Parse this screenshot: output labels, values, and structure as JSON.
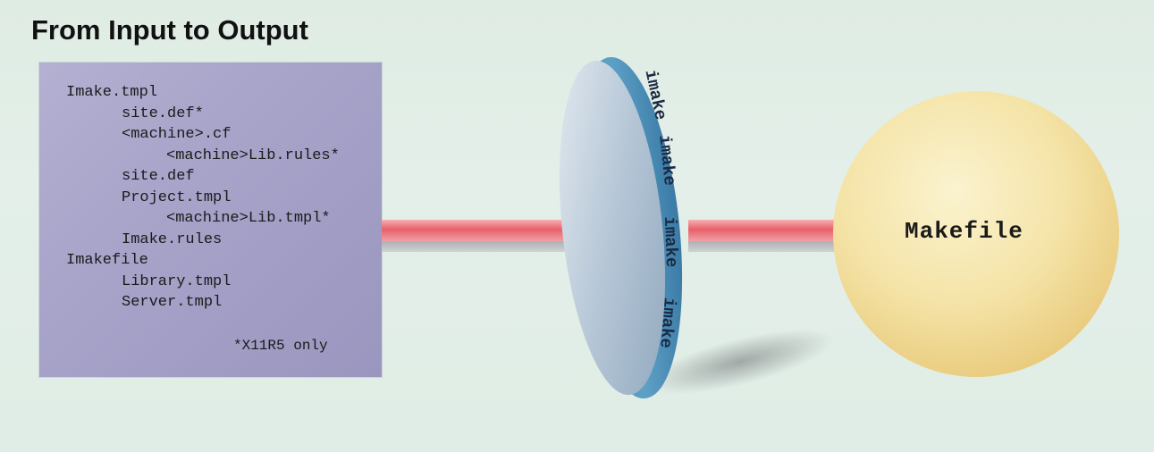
{
  "title": "From Input to Output",
  "input_files": {
    "lines": [
      {
        "text": "Imake.tmpl",
        "level": 0
      },
      {
        "text": "site.def*",
        "level": 1
      },
      {
        "text": "<machine>.cf",
        "level": 1
      },
      {
        "text": "<machine>Lib.rules*",
        "level": 2
      },
      {
        "text": "site.def",
        "level": 1
      },
      {
        "text": "Project.tmpl",
        "level": 1
      },
      {
        "text": "<machine>Lib.tmpl*",
        "level": 2
      },
      {
        "text": "Imake.rules",
        "level": 1
      },
      {
        "text": "Imakefile",
        "level": 0
      },
      {
        "text": "Library.tmpl",
        "level": 1
      },
      {
        "text": "Server.tmpl",
        "level": 1
      }
    ],
    "footnote": "*X11R5 only"
  },
  "processor": {
    "label": "imake"
  },
  "output": {
    "label": "Makefile"
  },
  "colors": {
    "background": "#e0ede6",
    "input_box": "#a9a5ca",
    "beam": "#e8606a",
    "disc": "#5e9fc4",
    "sphere": "#f3e3a6"
  }
}
